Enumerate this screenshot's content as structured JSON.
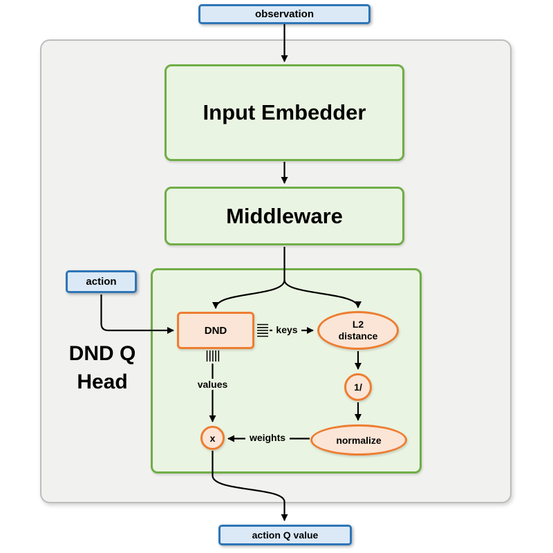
{
  "theme": {
    "colors": {
      "blueBorder": "#2e75b6",
      "blueFill": "#dbe9f7",
      "greenBorder": "#70ad47",
      "greenFill": "#eaf4e2",
      "orangeBorder": "#ed7d31",
      "orangeFill": "#fbe5d6",
      "grayFill": "#f1f1ef",
      "grayBorder": "#bdbdbd",
      "arrow": "#000000"
    }
  },
  "nodes": {
    "observation": "observation",
    "input_embedder": "Input Embedder",
    "middleware": "Middleware",
    "action": "action",
    "dnd_q_head_title": "DND Q\nHead",
    "dnd": "DND",
    "l2_distance": "L2\ndistance",
    "reciprocal": "1/",
    "normalize": "normalize",
    "multiply": "x",
    "action_q_value": "action Q value"
  },
  "edge_labels": {
    "keys": "keys",
    "values": "values",
    "weights": "weights"
  }
}
